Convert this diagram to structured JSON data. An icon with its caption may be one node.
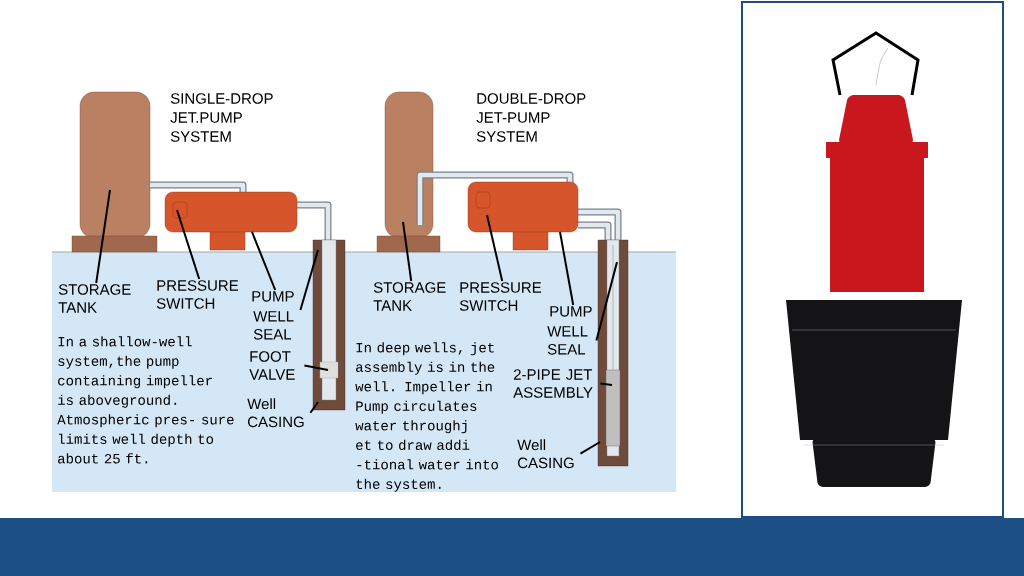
{
  "diagram": {
    "nodes": [
      {
        "text": [
          "STORAGE TANK"
        ]
      },
      {
        "text": [
          "PRESSURE SWITCH"
        ]
      },
      {
        "text": [
          "PUMP"
        ]
      },
      {
        "text": [
          "WELL SEAL"
        ]
      },
      {
        "text": [
          "FOOT VALVE"
        ]
      },
      {
        "text": [
          "Well CASING"
        ]
      },
      {
        "text": [
          "STORAGE TANK"
        ]
      },
      {
        "text": [
          "PRESSURE SWITCH"
        ]
      },
      {
        "text": [
          "PUMP"
        ]
      },
      {
        "text": [
          "WELL SEAL"
        ]
      },
      {
        "text": [
          "2-PIPE JET ASSEMBLY"
        ]
      },
      {
        "text": [
          "Well CASING"
        ]
      }
    ],
    "edges": [
      {
        "from": 0,
        "to": null,
        "arrow": "none"
      },
      {
        "from": 1,
        "to": null,
        "arrow": "none"
      },
      {
        "from": 2,
        "to": null,
        "arrow": "none"
      },
      {
        "from": 3,
        "to": null,
        "arrow": "none"
      },
      {
        "from": 4,
        "to": null,
        "arrow": "none"
      },
      {
        "from": 5,
        "to": null,
        "arrow": "none"
      },
      {
        "from": 6,
        "to": null,
        "arrow": "none"
      },
      {
        "from": 7,
        "to": null,
        "arrow": "none"
      },
      {
        "from": 8,
        "to": null,
        "arrow": "none"
      },
      {
        "from": 9,
        "to": null,
        "arrow": "none"
      },
      {
        "from": 10,
        "to": null,
        "arrow": "none"
      },
      {
        "from": 11,
        "to": null,
        "arrow": "none"
      }
    ],
    "labels": [
      "SINGLE-DROP JET.PUMP SYSTEM",
      "In a shallow-well system,the pump containing impeller is aboveground. Atmospheric pres- sure limits well depth to about 25 ft.",
      "DOUBLE-DROP JET-PUMP SYSTEM",
      "In deep wells, jet assembly is in the well. Impeller in Pump circulates water throughj et to draw addi -tional water into the system."
    ]
  }
}
